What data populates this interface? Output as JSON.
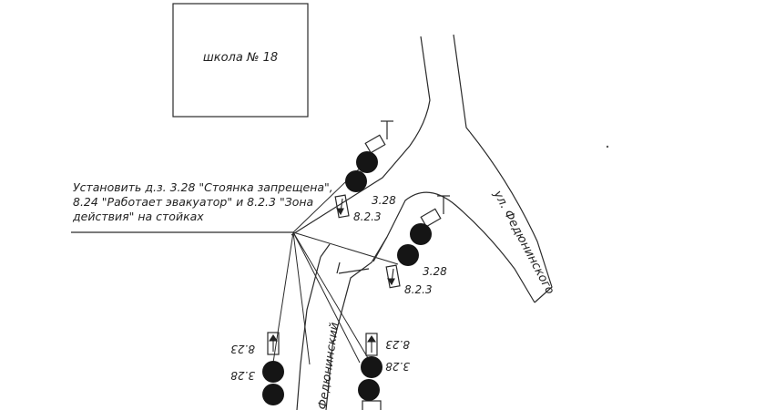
{
  "school": {
    "label": "школа № 18"
  },
  "instruction": {
    "line1": "Установить д.з. 3.28 \"Стоянка запрещена\",",
    "line2": "8.24 \"Работает эвакуатор\" и 8.2.3 \"Зона",
    "line3": "действия\" на стойках"
  },
  "streets": {
    "fedyuninskogo": "ул. Федюнинского",
    "fedyuninsky": "Федюнинский"
  },
  "sign_codes": {
    "no_parking": "3.28",
    "zone": "8.2.3",
    "zone_short": "8.23"
  }
}
